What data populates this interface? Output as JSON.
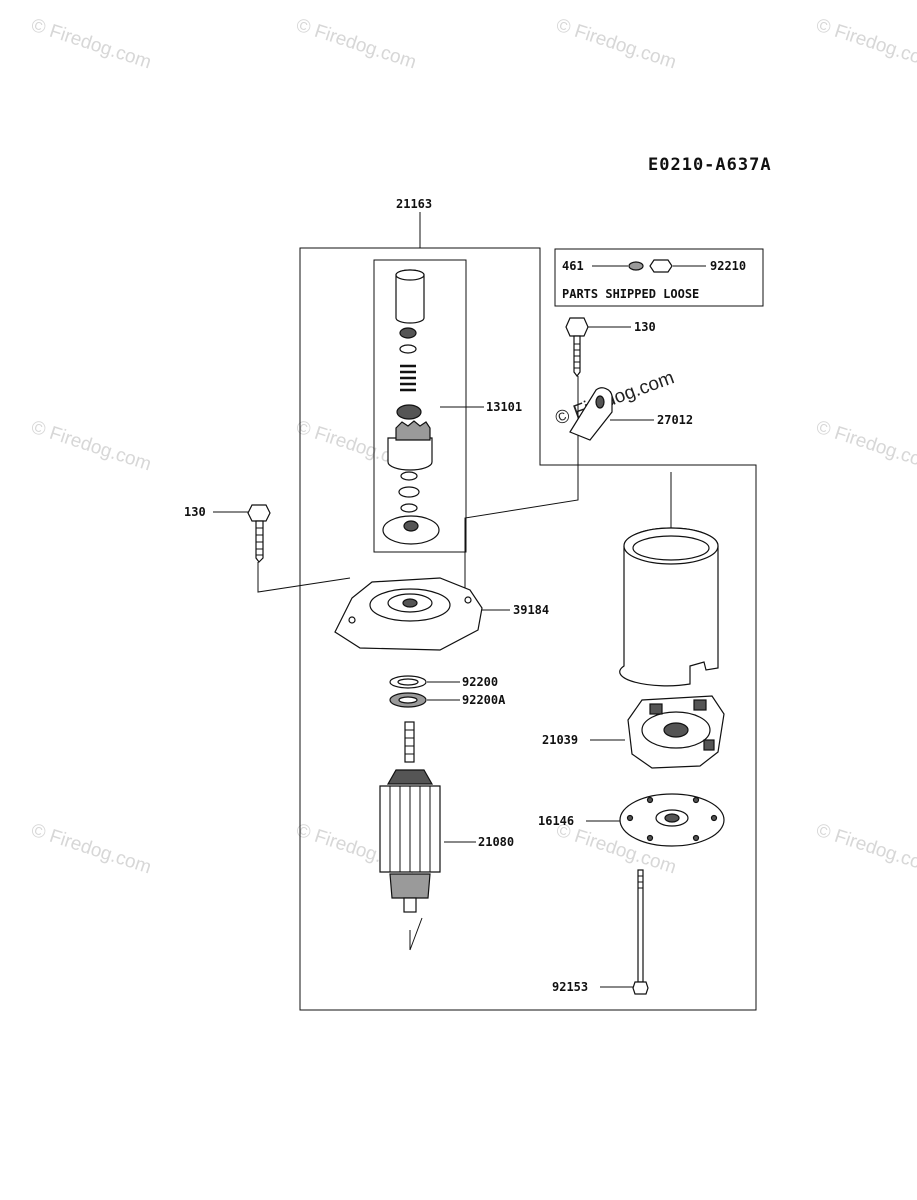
{
  "diagram_code": "E0210-A637A",
  "watermark": "© Firedog.com",
  "parts_note": "PARTS SHIPPED LOOSE",
  "labels": {
    "p21163": "21163",
    "p461": "461",
    "p92210": "92210",
    "p130_top": "130",
    "p13101": "13101",
    "p27012": "27012",
    "p130_left": "130",
    "p39184": "39184",
    "p92200": "92200",
    "p92200A": "92200A",
    "p21039": "21039",
    "p16146": "16146",
    "p21080": "21080",
    "p92153": "92153"
  }
}
